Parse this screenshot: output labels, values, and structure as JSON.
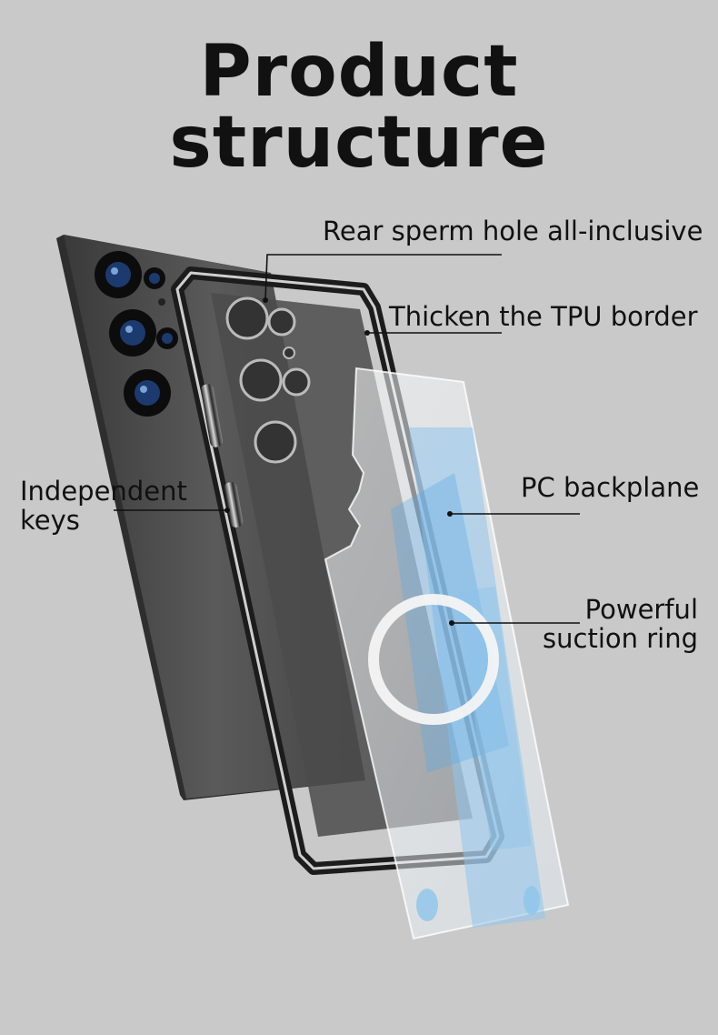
{
  "header": {
    "title": "Product structure"
  },
  "callouts": {
    "rear_hole": "Rear sperm hole all-inclusive",
    "tpu_border": "Thicken the TPU border",
    "pc_backplane": "PC backplane",
    "suction_ring_line1": "Powerful",
    "suction_ring_line2": "suction ring",
    "keys_line1": "Independent",
    "keys_line2": "keys"
  },
  "colors": {
    "background": "#c9c9c9",
    "phone_body": "#4a4a4a",
    "frame_chrome": "#2b2b2b",
    "backplane_tint": "#8fc4ec",
    "ring": "#f4f4f4"
  }
}
